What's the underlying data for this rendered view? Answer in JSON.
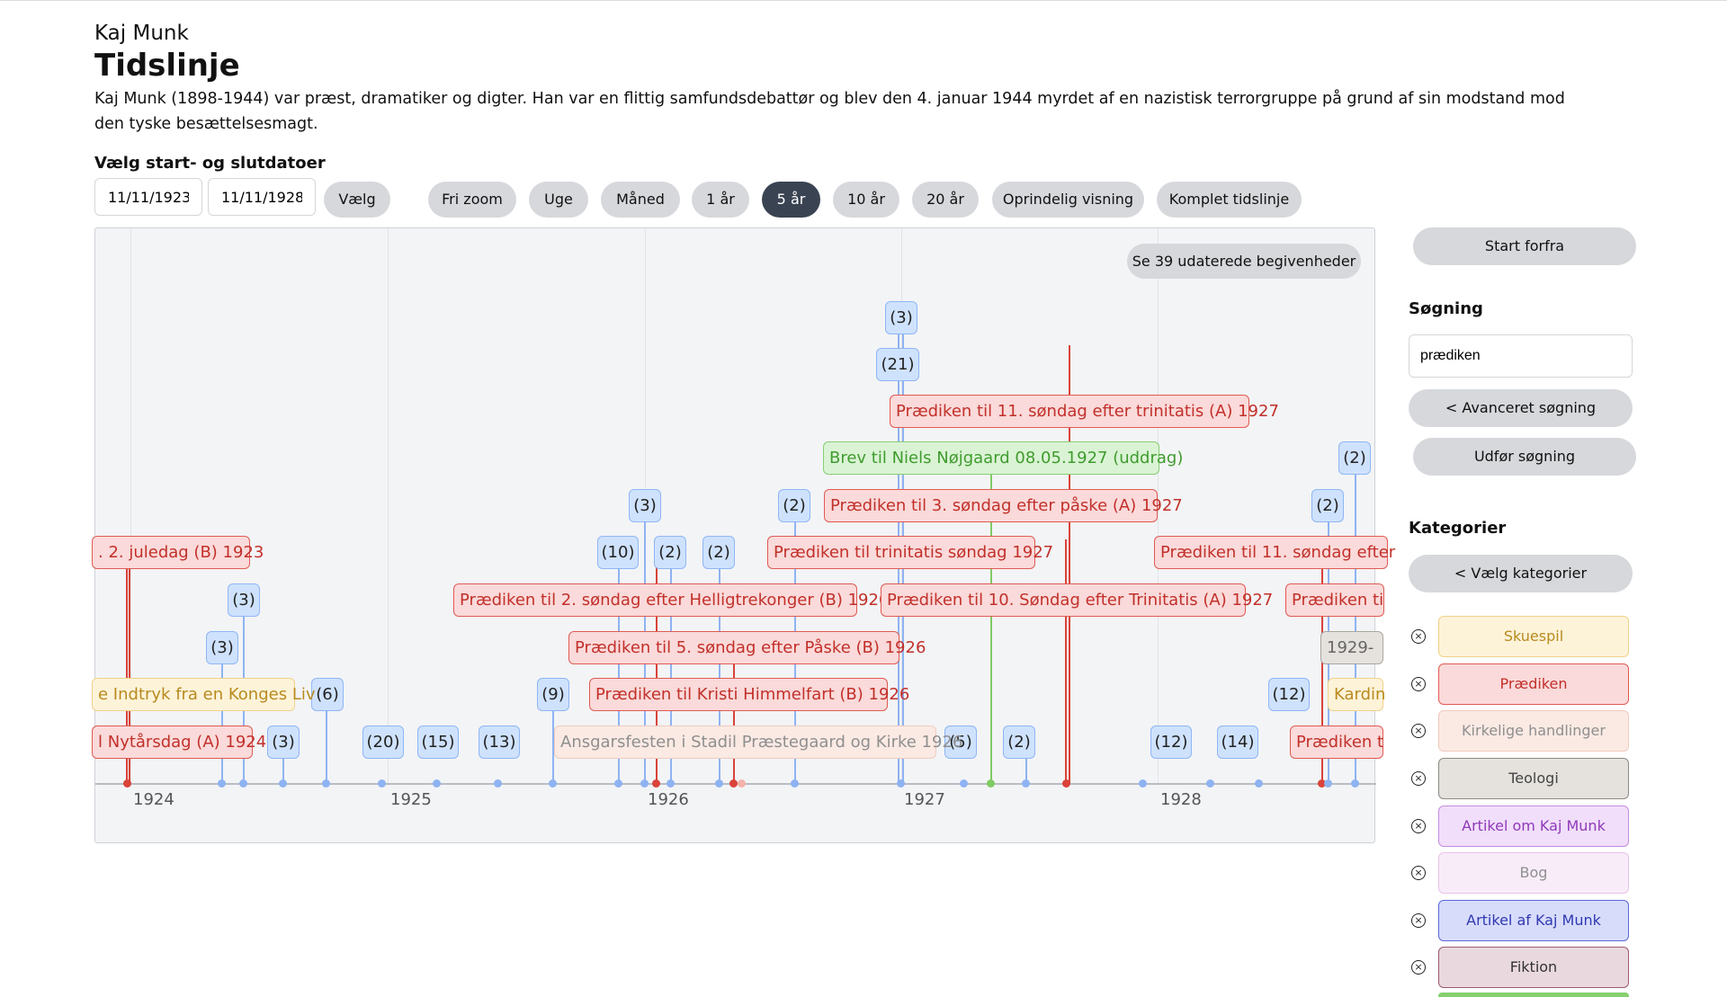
{
  "header": {
    "subtitle": "Kaj Munk",
    "title": "Tidslinje",
    "description": "Kaj Munk (1898-1944) var præst, dramatiker og digter. Han var en flittig samfundsdebattør og blev den 4. januar 1944 myrdet af en nazistisk terrorgruppe på grund af sin modstand mod den tyske besættelsesmagt."
  },
  "controls": {
    "date_label": "Vælg start- og slutdatoer",
    "start_date": "11/11/1923",
    "end_date": "11/11/1928",
    "choose_button": "Vælg",
    "zoom_buttons": [
      "Fri zoom",
      "Uge",
      "Måned",
      "1 år",
      "5 år",
      "10 år",
      "20 år",
      "Oprindelig visning",
      "Komplet tidslinje"
    ],
    "active_zoom": "5 år"
  },
  "timeline": {
    "undated_button": "Se 39 udaterede begivenheder",
    "years": [
      "1924",
      "1925",
      "1926",
      "1927",
      "1928"
    ],
    "events": [
      {
        "label": "Prædiken til 11. søndag efter trinitatis (A) 1927",
        "category": "red"
      },
      {
        "label": "Brev til Niels Nøjgaard 08.05.1927 (uddrag)",
        "category": "green"
      },
      {
        "label": "Prædiken til 3. søndag efter påske (A) 1927",
        "category": "red"
      },
      {
        "label": ". 2. juledag (B) 1923",
        "category": "red"
      },
      {
        "label": "Prædiken til trinitatis søndag 1927",
        "category": "red"
      },
      {
        "label": "Prædiken til 11. søndag efter",
        "category": "red"
      },
      {
        "label": "Prædiken til 2. søndag efter Helligtrekonger (B) 1926",
        "category": "red"
      },
      {
        "label": "Prædiken til 10. Søndag efter Trinitatis (A) 1927",
        "category": "red"
      },
      {
        "label": "Prædiken ti",
        "category": "red"
      },
      {
        "label": "Prædiken til 5. søndag efter Påske (B) 1926",
        "category": "red"
      },
      {
        "label": "1929-",
        "category": "gray"
      },
      {
        "label": "e Indtryk fra en Konges Liv",
        "category": "yellow"
      },
      {
        "label": "Prædiken til Kristi Himmelfart (B) 1926",
        "category": "red"
      },
      {
        "label": "Kardin",
        "category": "yellow"
      },
      {
        "label": "l Nytårsdag (A) 1924",
        "category": "red"
      },
      {
        "label": "Ansgarsfesten i Stadil Præstegaard og Kirke 1926",
        "category": "tan"
      },
      {
        "label": "Prædiken t",
        "category": "red"
      }
    ],
    "clusters": [
      "(3)",
      "(21)",
      "(2)",
      "(3)",
      "(2)",
      "(2)",
      "(10)",
      "(2)",
      "(2)",
      "(3)",
      "(3)",
      "(6)",
      "(9)",
      "(12)",
      "(3)",
      "(20)",
      "(15)",
      "(13)",
      "(5)",
      "(2)",
      "(12)",
      "(14)"
    ]
  },
  "sidebar": {
    "start_button": "Start forfra",
    "search_heading": "Søgning",
    "search_value": "prædiken",
    "advanced_button": "< Avanceret søgning",
    "search_button": "Udfør søgning",
    "categories_heading": "Kategorier",
    "choose_categories_button": "< Vælg kategorier",
    "categories": [
      {
        "label": "Skuespil",
        "bg": "#fdf3d9",
        "border": "#f1d188",
        "color": "#b88a1e"
      },
      {
        "label": "Prædiken",
        "bg": "#fadada",
        "border": "#e05a52",
        "color": "#c2302a"
      },
      {
        "label": "Kirkelige handlinger",
        "bg": "#fbeae4",
        "border": "#efcbbd",
        "color": "#8f8f8f"
      },
      {
        "label": "Teologi",
        "bg": "#e5e2de",
        "border": "#8d8a85",
        "color": "#444"
      },
      {
        "label": "Artikel om Kaj Munk",
        "bg": "#f1defa",
        "border": "#c58de0",
        "color": "#8f3ab8"
      },
      {
        "label": "Bog",
        "bg": "#f8ecf9",
        "border": "#e6c3e8",
        "color": "#8f8f8f"
      },
      {
        "label": "Artikel af Kaj Munk",
        "bg": "#d8dcfb",
        "border": "#5a67d8",
        "color": "#2f3ab0"
      },
      {
        "label": "Fiktion",
        "bg": "#e9d9de",
        "border": "#9b5a6d",
        "color": "#333"
      }
    ]
  }
}
